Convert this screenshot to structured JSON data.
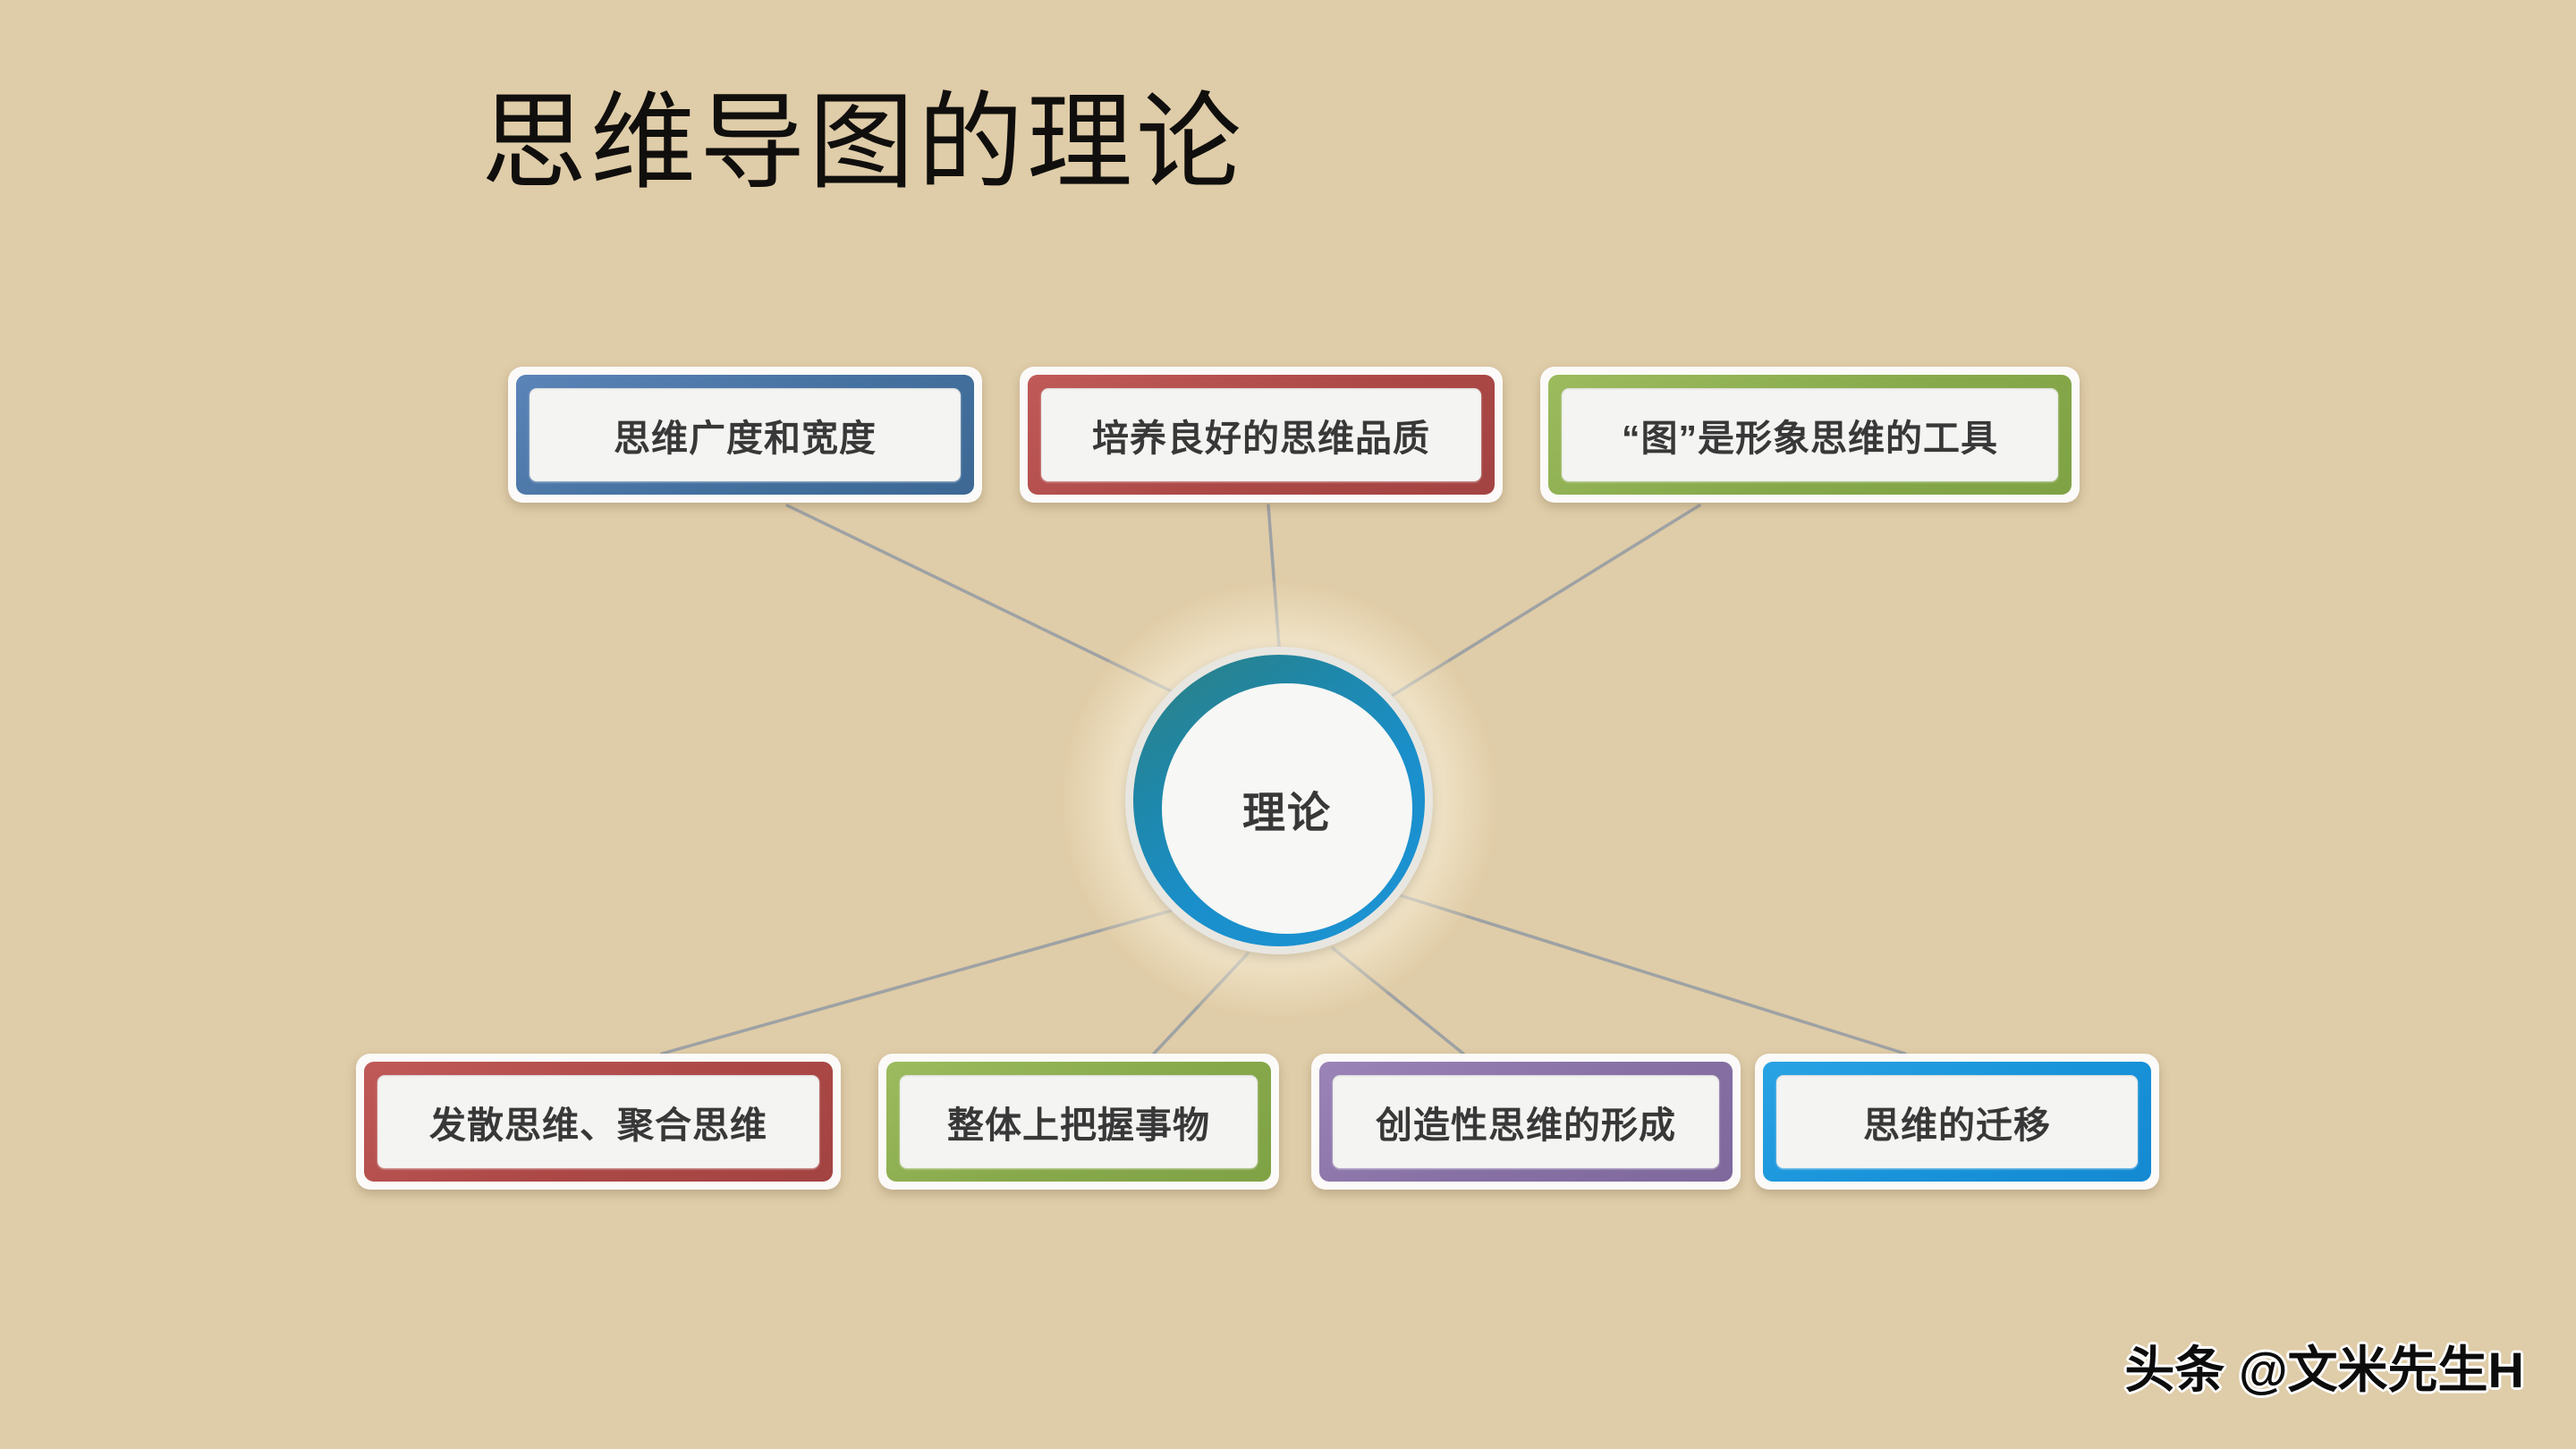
{
  "slide": {
    "title": "思维导图的理论",
    "background_color": "#DFCCA8",
    "watermark": "头条 @文米先生H"
  },
  "mindmap": {
    "center": {
      "label": "理论",
      "ring_color": "#1A8FCB",
      "fill_color": "#F7F7F5"
    },
    "top_nodes": [
      {
        "label": "思维广度和宽度",
        "color": "#44719F",
        "color_name": "blue"
      },
      {
        "label": "培养良好的思维品质",
        "color": "#AC4947",
        "color_name": "red"
      },
      {
        "label": "“图”是形象思维的工具",
        "color": "#87A94B",
        "color_name": "green"
      }
    ],
    "bottom_nodes": [
      {
        "label": "发散思维、聚合思维",
        "color": "#AC4947",
        "color_name": "red"
      },
      {
        "label": "整体上把握事物",
        "color": "#87A94B",
        "color_name": "green"
      },
      {
        "label": "创造性思维的形成",
        "color": "#8670A4",
        "color_name": "purple"
      },
      {
        "label": "思维的迁移",
        "color": "#1893D9",
        "color_name": "cyan"
      }
    ],
    "connector_color": "#9EA2A4"
  }
}
